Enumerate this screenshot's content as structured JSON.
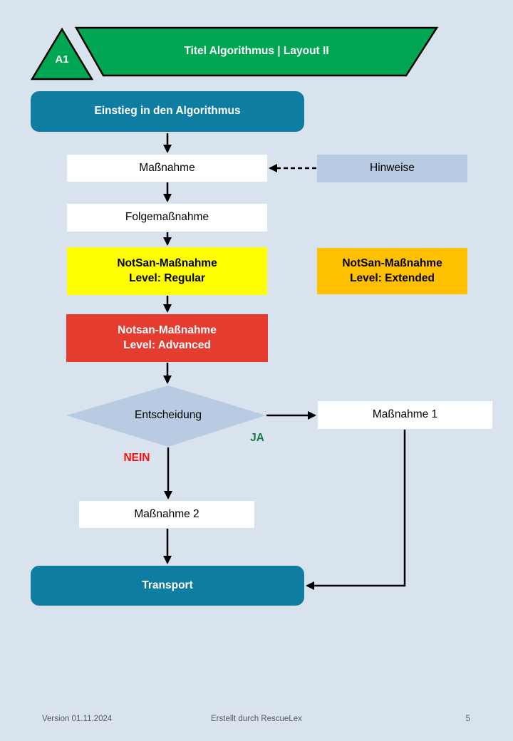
{
  "page": {
    "background_color": "#d9e3ee",
    "footer": {
      "version": "Version 01.11.2024",
      "credit": "Erstellt durch RescueLex",
      "page_number": "5"
    }
  },
  "header": {
    "badge_label": "A1",
    "title": "Titel Algorithmus | Layout II",
    "banner_color": "#00a651"
  },
  "colors": {
    "start_end": "#0f7da1",
    "note": "#b8cbe2",
    "level_regular": "#ffff00",
    "level_extended": "#ffc000",
    "level_advanced": "#e63c30",
    "branch_yes": "#1b7a42",
    "branch_no": "#fa0f0f",
    "connector": "#000000"
  },
  "nodes": {
    "start": {
      "label": "Einstieg in den Algorithmus"
    },
    "massnahme": {
      "label": "Maßnahme"
    },
    "hinweise": {
      "label": "Hinweise"
    },
    "folgemassnahme": {
      "label": "Folgemaßnahme"
    },
    "notsan_regular": {
      "line1": "NotSan-Maßnahme",
      "line2": "Level: Regular"
    },
    "notsan_extended": {
      "line1": "NotSan-Maßnahme",
      "line2": "Level: Extended"
    },
    "notsan_advanced": {
      "line1": "Notsan-Maßnahme",
      "line2": "Level: Advanced"
    },
    "decision": {
      "label": "Entscheidung"
    },
    "branch_yes": {
      "label": "JA"
    },
    "branch_no": {
      "label": "NEIN"
    },
    "massnahme1": {
      "label": "Maßnahme 1"
    },
    "massnahme2": {
      "label": "Maßnahme 2"
    },
    "transport": {
      "label": "Transport"
    }
  },
  "edges": [
    {
      "from": "start",
      "to": "massnahme",
      "style": "solid"
    },
    {
      "from": "hinweise",
      "to": "massnahme",
      "style": "dashed"
    },
    {
      "from": "massnahme",
      "to": "folgemassnahme",
      "style": "solid"
    },
    {
      "from": "folgemassnahme",
      "to": "notsan_regular",
      "style": "solid"
    },
    {
      "from": "notsan_regular",
      "to": "notsan_advanced",
      "style": "solid"
    },
    {
      "from": "notsan_advanced",
      "to": "decision",
      "style": "solid"
    },
    {
      "from": "decision",
      "to": "massnahme1",
      "label": "JA",
      "style": "solid"
    },
    {
      "from": "decision",
      "to": "massnahme2",
      "label": "NEIN",
      "style": "solid"
    },
    {
      "from": "massnahme2",
      "to": "transport",
      "style": "solid"
    },
    {
      "from": "massnahme1",
      "to": "transport",
      "style": "solid"
    }
  ]
}
